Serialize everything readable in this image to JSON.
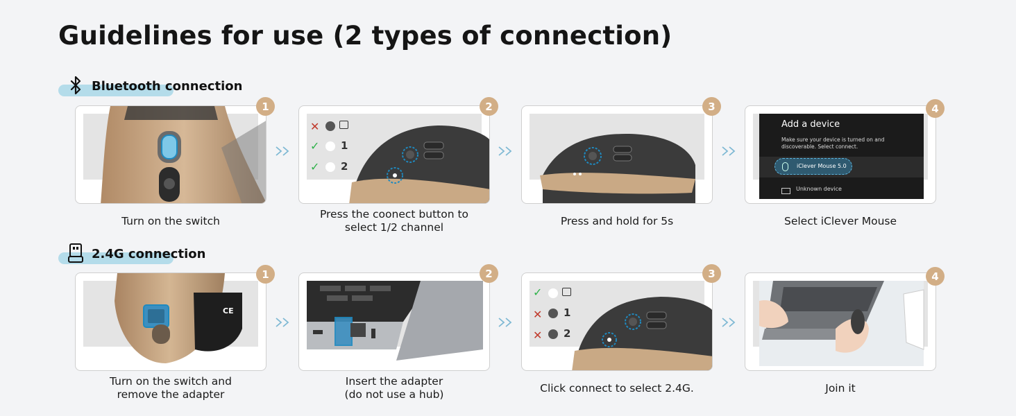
{
  "title": "Guidelines for use (2 types of connection)",
  "bluetooth": {
    "label": "Bluetooth connection",
    "steps": [
      {
        "num": "1",
        "caption": "Turn on the switch"
      },
      {
        "num": "2",
        "caption_line1": "Press the coonect button to",
        "caption_line2": "select 1/2 channel",
        "rows": [
          "1",
          "2"
        ]
      },
      {
        "num": "3",
        "caption": "Press and hold for 5s"
      },
      {
        "num": "4",
        "caption": "Select iClever Mouse",
        "screen": {
          "heading": "Add a device",
          "note": "Make sure your device is turned on and discoverable. Select connect.",
          "device": "iClever Mouse 5.0",
          "other": "Unknown device"
        }
      }
    ]
  },
  "g24": {
    "label": "2.4G connection",
    "steps": [
      {
        "num": "1",
        "caption_line1": "Turn on the switch and",
        "caption_line2": "remove the adapter",
        "card_text": "CE"
      },
      {
        "num": "2",
        "caption_line1": "Insert the adapter",
        "caption_line2": "(do not use a hub)"
      },
      {
        "num": "3",
        "caption": "Click connect to select 2.4G.",
        "rows": [
          "1",
          "2"
        ]
      },
      {
        "num": "4",
        "caption": "Join it"
      }
    ]
  },
  "colors": {
    "accent": "#d2ae86",
    "pill": "#b4dcea",
    "check": "#2fb24a",
    "cross": "#c0392b",
    "highlight": "#1f8ac0"
  }
}
